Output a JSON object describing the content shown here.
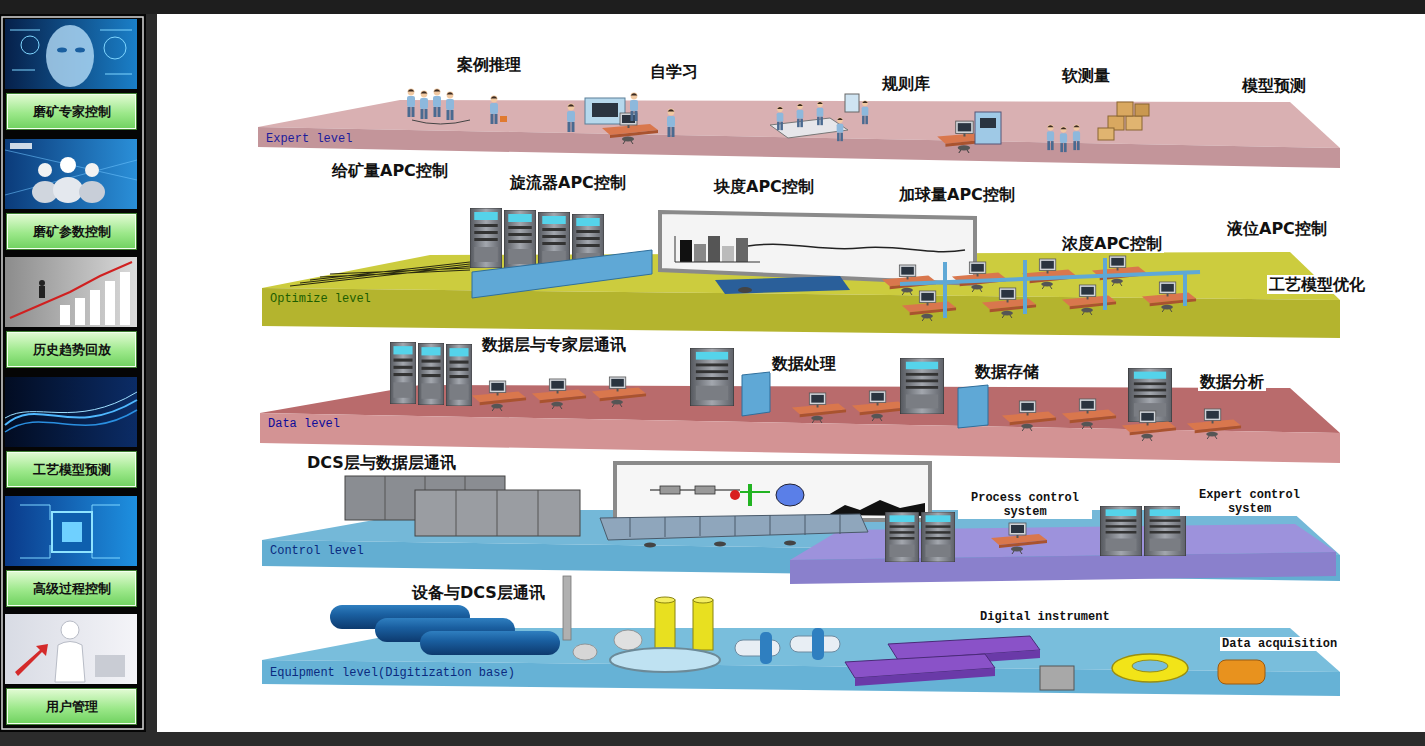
{
  "diagram": {
    "nodes": [
      {
        "text": [
          "磨矿专家控制"
        ]
      },
      {
        "text": [
          "磨矿参数控制"
        ]
      },
      {
        "text": [
          "历史趋势回放"
        ]
      },
      {
        "text": [
          "工艺模型预测"
        ]
      },
      {
        "text": [
          "高级过程控制"
        ]
      },
      {
        "text": [
          "用户管理"
        ]
      },
      {
        "text": [
          "Expert level"
        ]
      },
      {
        "text": [
          "Optimize level"
        ]
      },
      {
        "text": [
          "Data level"
        ]
      },
      {
        "text": [
          "Control level"
        ]
      },
      {
        "text": [
          "Equipment level(Digitization base)"
        ]
      }
    ],
    "labels": [
      "案例推理",
      "自学习",
      "规则库",
      "软测量",
      "模型预测",
      "给矿量APC控制",
      "旋流器APC控制",
      "块度APC控制",
      "加球量APC控制",
      "浓度APC控制",
      "液位APC控制",
      "工艺模型优化",
      "数据层与专家层通讯",
      "数据处理",
      "数据存储",
      "数据分析",
      "DCS层与数据层通讯",
      "Process control system",
      "Expert control system",
      "设备与DCS层通讯",
      "Digital instrument",
      "Data acquisition"
    ]
  }
}
